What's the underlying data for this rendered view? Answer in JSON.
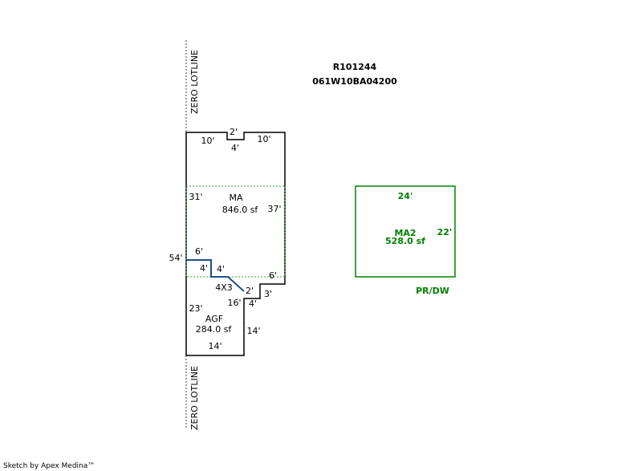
{
  "header": {
    "parcel_id": "R101244",
    "map_tax_lot": "061W10BA04200"
  },
  "colors": {
    "outline": "#000000",
    "addition_outline": "#008000",
    "addition_line": "#1f4e8c",
    "zero_lotline": "#808080"
  },
  "zero_lotline": {
    "top_label": "ZERO LOTLINE",
    "bottom_label": "ZERO LOTLINE"
  },
  "main_area": {
    "code": "MA",
    "area": "846.0 sf",
    "dims": {
      "top_left": "10'",
      "notch_width": "2'",
      "notch_depth": "4'",
      "top_right": "10'",
      "left": "31'",
      "right": "37'",
      "overall_left": "54'",
      "step_top": "6'",
      "step_left": "4'",
      "step_right": "4'",
      "bottom_right": "6'"
    }
  },
  "garage": {
    "code": "AGF",
    "area": "284.0 sf",
    "inset_label": "4X3",
    "dims": {
      "left": "23'",
      "top_inner": "16'",
      "step_width": "2'",
      "step_depth": "4'",
      "step_right": "3'",
      "right": "14'",
      "bottom": "14'"
    }
  },
  "detached": {
    "code": "MA2",
    "area": "528.0 sf",
    "type_label": "PR/DW",
    "dims": {
      "top": "24'",
      "right": "22'"
    }
  },
  "footer": {
    "credit": "Sketch by Apex Medina™"
  }
}
